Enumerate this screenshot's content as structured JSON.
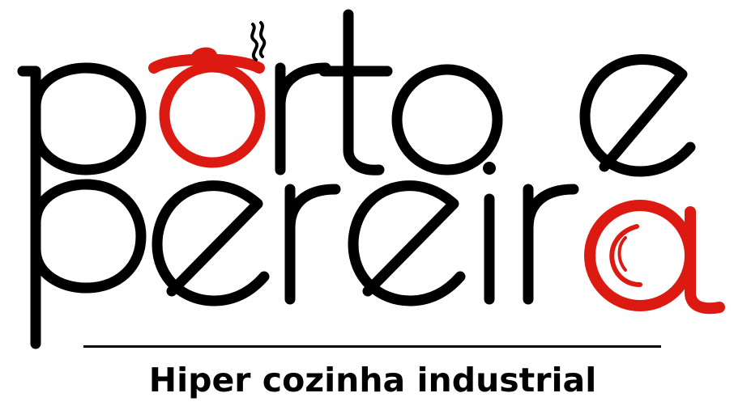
{
  "logo": {
    "wordmark_line1": "porto e",
    "wordmark_line2": "pereira",
    "tagline": "Hiper cozinha industrial"
  },
  "colors": {
    "ink": "#000000",
    "accent": "#dd1a12",
    "background": "#ffffff"
  },
  "icons": {
    "steam": "steam-icon",
    "pot": "cooking-pot-icon"
  }
}
